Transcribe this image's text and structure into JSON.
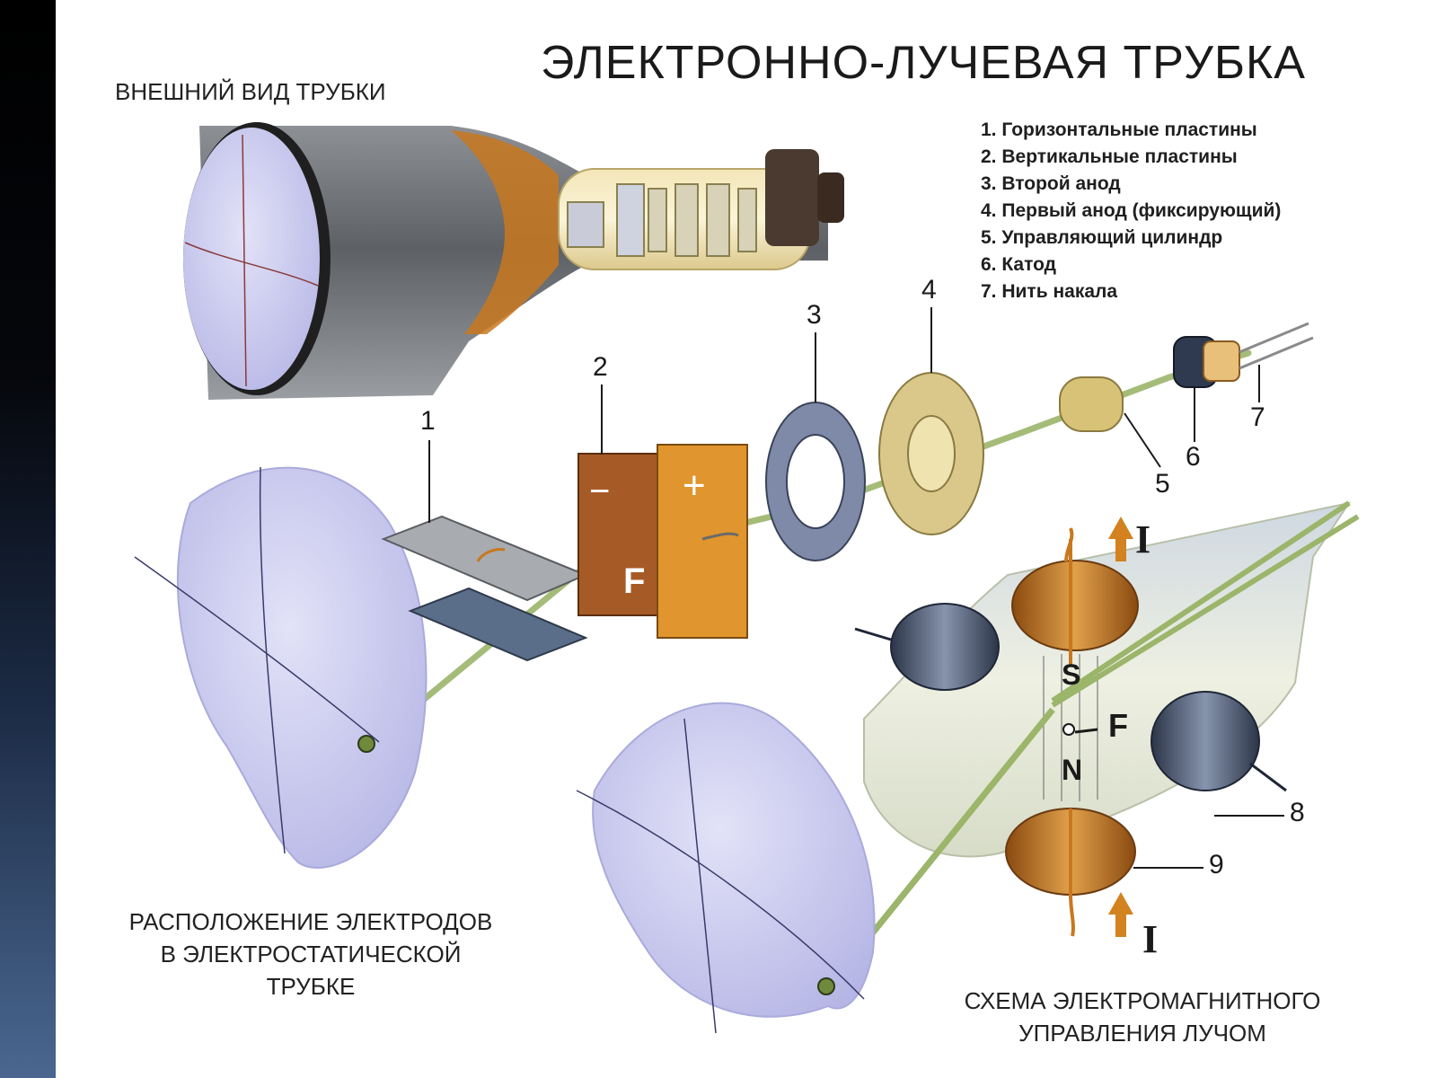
{
  "title": "ЭЛЕКТРОННО-ЛУЧЕВАЯ ТРУБКА",
  "sections": {
    "external_view": "ВНЕШНИЙ ВИД ТРУБКИ",
    "electrostatic_line1": "РАСПОЛОЖЕНИЕ ЭЛЕКТРОДОВ",
    "electrostatic_line2": "В ЭЛЕКТРОСТАТИЧЕСКОЙ",
    "electrostatic_line3": "ТРУБКЕ",
    "magnetic_line1": "СХЕМА ЭЛЕКТРОМАГНИТНОГО",
    "magnetic_line2": "УПРАВЛЕНИЯ ЛУЧОМ"
  },
  "legend": [
    "1. Горизонтальные пластины",
    "2. Вертикальные пластины",
    "3. Второй анод",
    "4. Первый анод (фиксирующий)",
    "5. Управляющий цилиндр",
    "6. Катод",
    "7. Нить накала"
  ],
  "callouts": {
    "n1": "1",
    "n2": "2",
    "n3": "3",
    "n4": "4",
    "n5": "5",
    "n6": "6",
    "n7": "7",
    "n8": "8",
    "n9": "9"
  },
  "plate_symbols": {
    "minus": "−",
    "plus": "+",
    "force": "F"
  },
  "magnet": {
    "south": "S",
    "north": "N",
    "force": "F",
    "current": "I"
  },
  "colors": {
    "tube_body": "#6b6e72",
    "screen": "#c9c9ee",
    "copper_coil": "#c8781e",
    "steel_coil": "#4d5d77",
    "beam": "#9bb56a",
    "background_strip": "#1b2a44"
  }
}
